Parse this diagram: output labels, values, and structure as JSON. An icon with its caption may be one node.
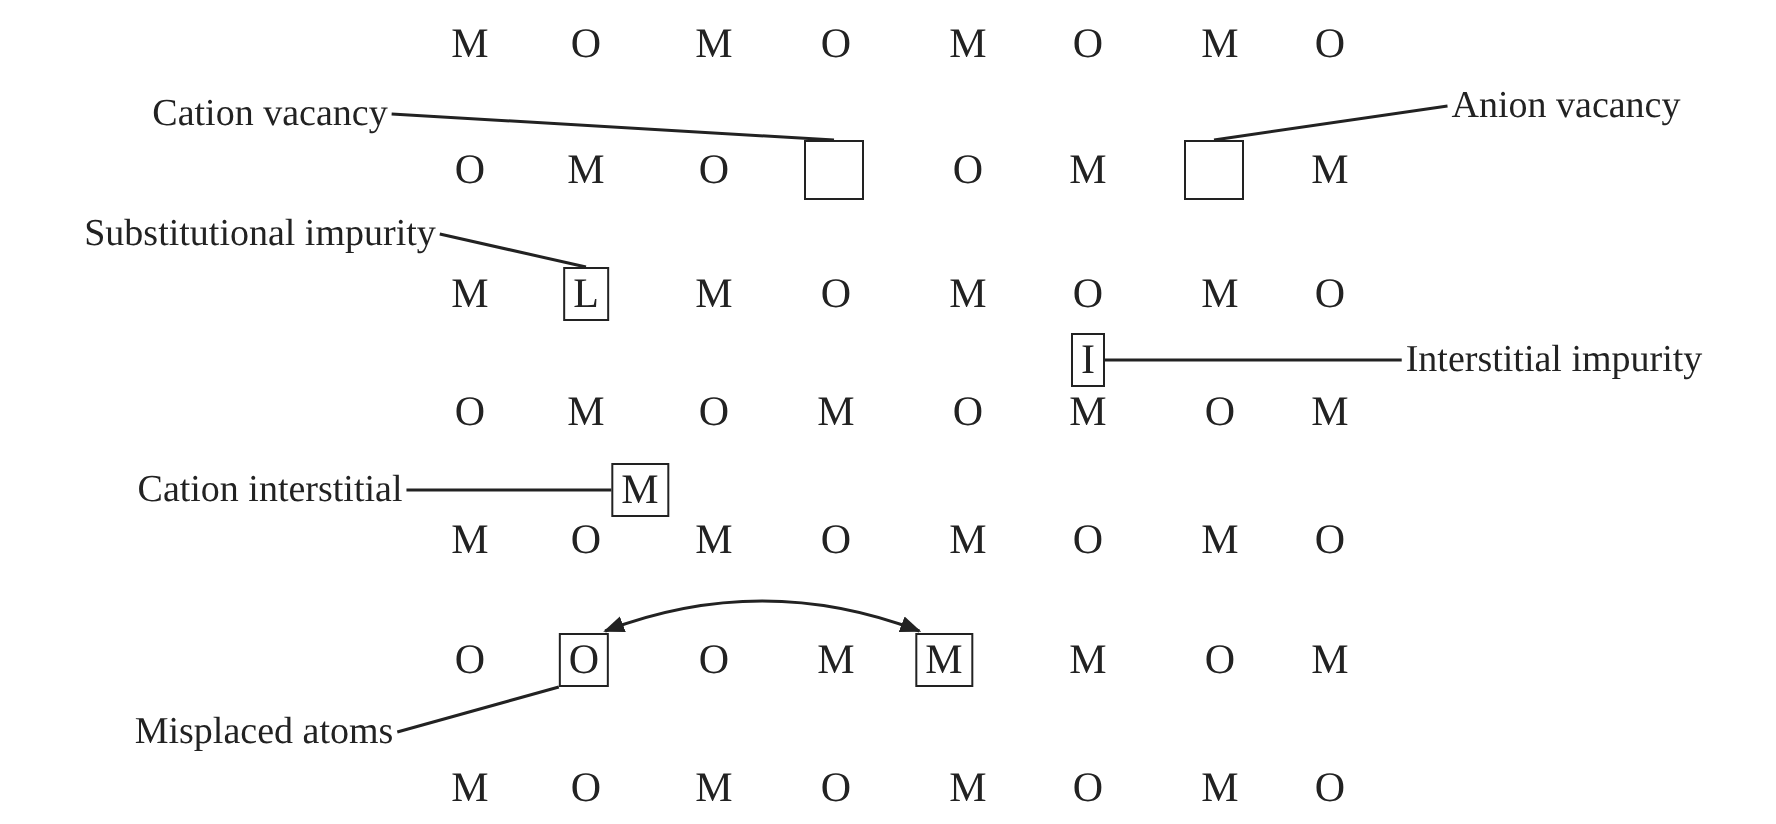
{
  "diagram": {
    "nodes": [
      {
        "text": [
          "Cation vacancy"
        ]
      },
      {
        "text": [],
        "shape": "box"
      },
      {
        "text": [],
        "shape": "box"
      },
      {
        "text": [
          "Anion vacancy"
        ]
      },
      {
        "text": [
          "Substitutional impurity"
        ]
      },
      {
        "text": [
          "L"
        ]
      },
      {
        "text": [
          "I"
        ]
      },
      {
        "text": [
          "Interstitial impurity"
        ]
      },
      {
        "text": [
          "Cation interstitial"
        ]
      },
      {
        "text": [
          "M"
        ]
      },
      {
        "text": [
          "O"
        ]
      },
      {
        "text": [
          "M"
        ]
      },
      {
        "text": [
          "Misplaced atoms"
        ]
      }
    ],
    "edges": [
      {
        "from": 0,
        "to": 1,
        "arrow": "none"
      },
      {
        "from": 3,
        "to": 2,
        "arrow": "none"
      },
      {
        "from": 4,
        "to": 5,
        "arrow": "none"
      },
      {
        "from": 7,
        "to": 6,
        "arrow": "none"
      },
      {
        "from": 8,
        "to": 9,
        "arrow": "none"
      },
      {
        "from": 12,
        "to": 10,
        "arrow": "none"
      },
      {
        "from": 10,
        "to": 11,
        "arrow": "both"
      }
    ],
    "labels": [
      "M",
      "O",
      "M",
      "O",
      "M",
      "O",
      "M",
      "O",
      "O",
      "M",
      "O",
      "O",
      "M",
      "M",
      "M",
      "M",
      "O",
      "M",
      "O",
      "M",
      "O",
      "O",
      "M",
      "O",
      "M",
      "O",
      "M",
      "O",
      "M",
      "M",
      "O",
      "M",
      "O",
      "M",
      "O",
      "M",
      "O",
      "O",
      "O",
      "M",
      "M",
      "O",
      "M",
      "M",
      "O",
      "M",
      "O",
      "M",
      "O",
      "M",
      "O"
    ]
  }
}
